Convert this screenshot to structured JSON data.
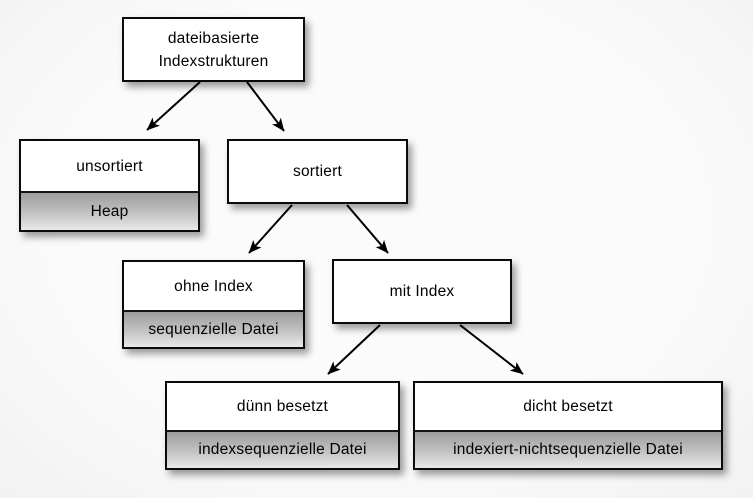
{
  "diagram": {
    "language": "de",
    "type": "tree",
    "nodes": [
      {
        "id": "root",
        "label": "dateibasierte\nIndexstrukturen",
        "sublabel": null
      },
      {
        "id": "unsortiert",
        "label": "unsortiert",
        "sublabel": "Heap"
      },
      {
        "id": "sortiert",
        "label": "sortiert",
        "sublabel": null
      },
      {
        "id": "ohne-index",
        "label": "ohne Index",
        "sublabel": "sequenzielle Datei"
      },
      {
        "id": "mit-index",
        "label": "mit Index",
        "sublabel": null
      },
      {
        "id": "duenn",
        "label": "dünn besetzt",
        "sublabel": "indexsequenzielle Datei"
      },
      {
        "id": "dicht",
        "label": "dicht besetzt",
        "sublabel": "indexiert-nichtsequenzielle Datei"
      }
    ],
    "edges": [
      {
        "from": "root",
        "to": "unsortiert"
      },
      {
        "from": "root",
        "to": "sortiert"
      },
      {
        "from": "sortiert",
        "to": "ohne-index"
      },
      {
        "from": "sortiert",
        "to": "mit-index"
      },
      {
        "from": "mit-index",
        "to": "duenn"
      },
      {
        "from": "mit-index",
        "to": "dicht"
      }
    ],
    "colors": {
      "background": "#f7f7f7",
      "box_fill": "#ffffff",
      "box_border": "#0a0a0a",
      "sublabel_gradient_top": "#9d9d9d",
      "sublabel_gradient_bottom": "#e9e9e9",
      "arrow": "#000000",
      "text": "#000000"
    }
  }
}
